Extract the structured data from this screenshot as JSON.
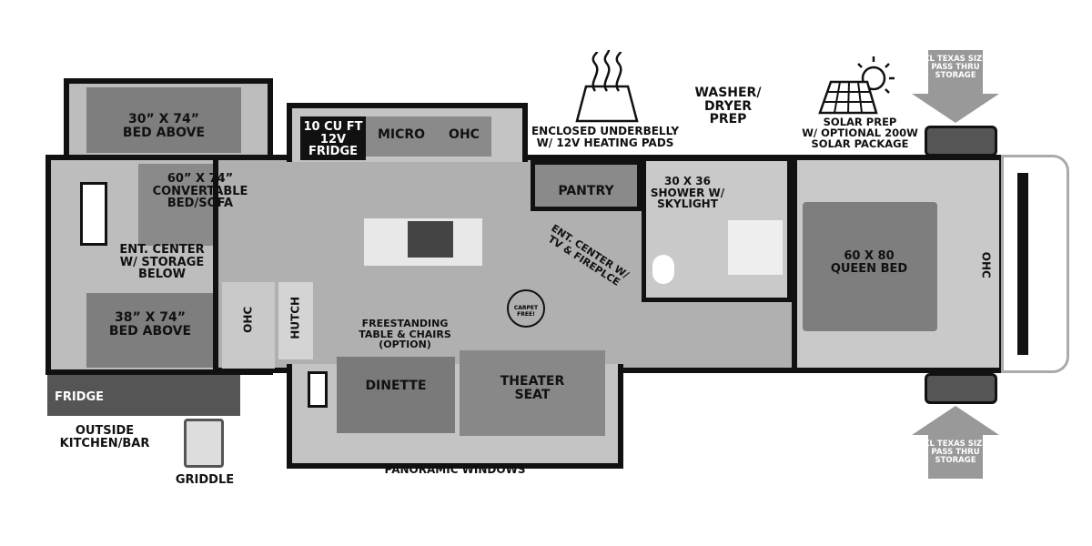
{
  "labels": {
    "bed_above_top": "30” X 74”\nBED ABOVE",
    "convertable": "60” X 74”\nCONVERTABLE\nBED/SOFA",
    "ent_center_storage": "ENT. CENTER\nW/ STORAGE\nBELOW",
    "bed_above_bottom": "38” X 74”\nBED ABOVE",
    "ohc_left": "OHC",
    "hutch": "HUTCH",
    "fridge_inside": "10 CU FT\n12V\nFRIDGE",
    "micro": "MICRO",
    "ohc_kitchen": "OHC",
    "pantry": "PANTRY",
    "ent_center_tv": "ENT. CENTER W/\nTV & FIREPLCE",
    "carpet_free": "CARPET FREE!",
    "freestanding": "FREESTANDING\nTABLE & CHAIRS\n(OPTION)",
    "dinette": "DINETTE",
    "theater_seat": "THEATER\nSEAT",
    "shower": "30 X 36\nSHOWER W/\nSKYLIGHT",
    "washer_dryer": "WASHER/\nDRYER\nPREP",
    "queen_bed": "60 X 80\nQUEEN BED",
    "ohc_front": "OHC",
    "fridge_outside": "FRIDGE",
    "outside_kitchen": "OUTSIDE\nKITCHEN/BAR",
    "griddle": "GRIDDLE",
    "panoramic": "PANORAMIC WINDOWS",
    "underbelly": "ENCLOSED UNDERBELLY\nW/ 12V HEATING PADS",
    "solar": "SOLAR PREP\nW/ OPTIONAL 200W\nSOLAR PACKAGE",
    "pass_thru_top": "XL TEXAS SIZE\nPASS THRU\nSTORAGE",
    "pass_thru_bottom": "XL TEXAS SIZE\nPASS THRU\nSTORAGE"
  },
  "icons": [
    "heating-pad-icon",
    "solar-panel-icon",
    "arrow-down-icon",
    "arrow-up-icon"
  ]
}
